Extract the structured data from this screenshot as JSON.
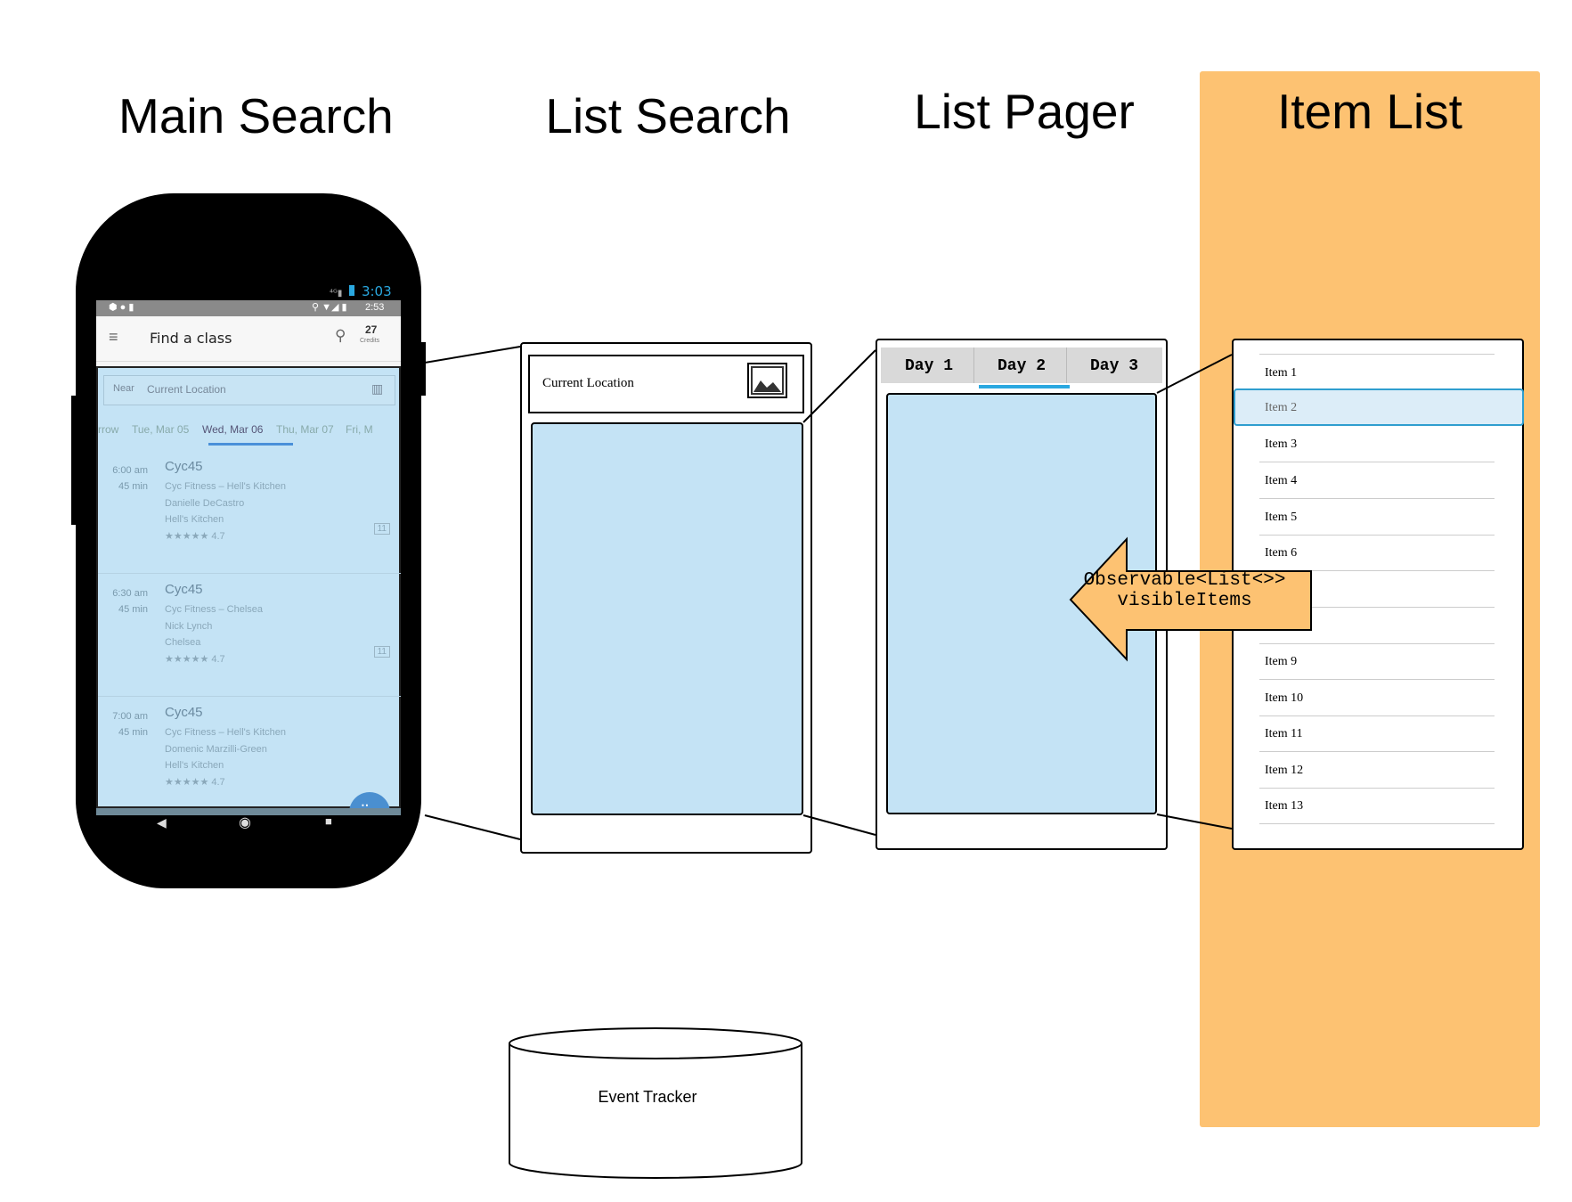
{
  "columns": {
    "main_search": "Main Search",
    "list_search": "List Search",
    "list_pager": "List Pager",
    "item_list": "Item List"
  },
  "phone": {
    "top_status": "3:03",
    "status_time": "2:53",
    "appbar_title": "Find a class",
    "credits_count": "27",
    "credits_label": "Credits",
    "near_label": "Near",
    "near_value": "Current Location",
    "date_tabs": [
      "rrow",
      "Tue, Mar 05",
      "Wed, Mar 06",
      "Thu, Mar 07",
      "Fri, M"
    ],
    "classes": [
      {
        "time": "6:00 am",
        "duration": "45 min",
        "name": "Cyc45",
        "studio": "Cyc Fitness – Hell's Kitchen",
        "instructor": "Danielle DeCastro",
        "area": "Hell's Kitchen",
        "rating": "★★★★★ 4.7",
        "spots": "11"
      },
      {
        "time": "6:30 am",
        "duration": "45 min",
        "name": "Cyc45",
        "studio": "Cyc Fitness – Chelsea",
        "instructor": "Nick Lynch",
        "area": "Chelsea",
        "rating": "★★★★★ 4.7",
        "spots": "11"
      },
      {
        "time": "7:00 am",
        "duration": "45 min",
        "name": "Cyc45",
        "studio": "Cyc Fitness – Hell's Kitchen",
        "instructor": "Domenic Marzilli-Green",
        "area": "Hell's Kitchen",
        "rating": "★★★★★ 4.7",
        "spots": "11"
      }
    ]
  },
  "list_search": {
    "location_label": "Current Location"
  },
  "list_pager": {
    "tabs": [
      "Day 1",
      "Day 2",
      "Day 3"
    ],
    "active_tab": "Day 2"
  },
  "item_list": {
    "items": [
      "Item 1",
      "Item 2",
      "Item 3",
      "Item 4",
      "Item 5",
      "Item 6",
      "",
      "",
      "Item 9",
      "Item 10",
      "Item 11",
      "Item 12",
      "Item 13"
    ],
    "selected": "Item 2"
  },
  "arrow": {
    "line1": "Observable<List<>>",
    "line2": "visibleItems"
  },
  "event_tracker": "Event Tracker",
  "colors": {
    "orange": "#fdc272",
    "panel_blue": "#c4e3f5",
    "tab_accent": "#2aa8e0"
  }
}
